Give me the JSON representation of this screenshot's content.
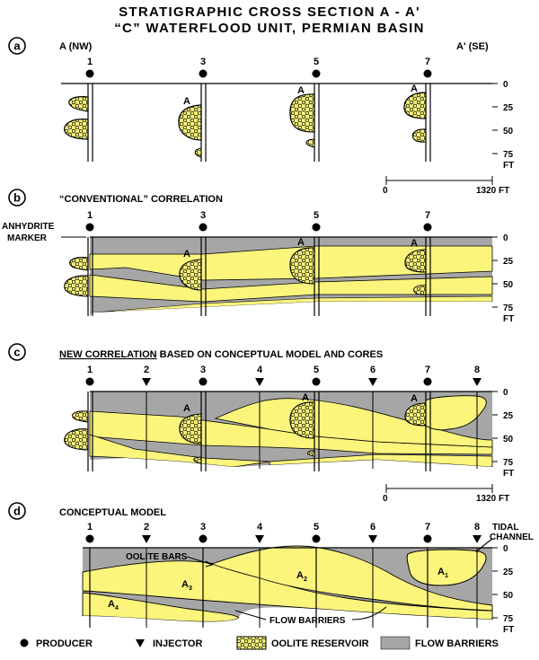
{
  "title": {
    "line1": "STRATIGRAPHIC CROSS SECTION A - A'",
    "line2": "“C” WATERFLOOD UNIT, PERMIAN BASIN"
  },
  "colors": {
    "reservoir": "#fbf57c",
    "barrier": "#a6a6a6",
    "line": "#000000"
  },
  "panels": {
    "a": {
      "letter": "a",
      "west": "A (NW)",
      "east": "A' (SE)"
    },
    "b": {
      "letter": "b",
      "heading": "“CONVENTIONAL” CORRELATION",
      "marker_line1": "ANHYDRITE",
      "marker_line2": "MARKER"
    },
    "c": {
      "letter": "c",
      "heading_underlined": "NEW CORRELATION",
      "heading_rest": " BASED ON CONCEPTUAL MODEL AND CORES"
    },
    "d": {
      "letter": "d",
      "heading": "CONCEPTUAL MODEL",
      "oolite_bars": "OOLITE BARS",
      "flow_barriers": "FLOW BARRIERS",
      "tidal_line1": "TIDAL",
      "tidal_line2": "CHANNEL"
    }
  },
  "unit_a": "A",
  "units": {
    "A1": "A",
    "A1_sub": "1",
    "A2": "A",
    "A2_sub": "2",
    "A3": "A",
    "A3_sub": "3",
    "A4": "A",
    "A4_sub": "4"
  },
  "depth_labels": [
    "0",
    "25",
    "50",
    "75"
  ],
  "depth_unit": "FT",
  "scale": {
    "start": "0",
    "end": "1320 FT"
  },
  "well_labels": {
    "w1": "1",
    "w2": "2",
    "w3": "3",
    "w4": "4",
    "w5": "5",
    "w6": "6",
    "w7": "7",
    "w8": "8"
  },
  "legend": {
    "producer": "PRODUCER",
    "injector": "INJECTOR",
    "reservoir": "OOLITE RESERVOIR",
    "barrier": "FLOW BARRIERS"
  }
}
